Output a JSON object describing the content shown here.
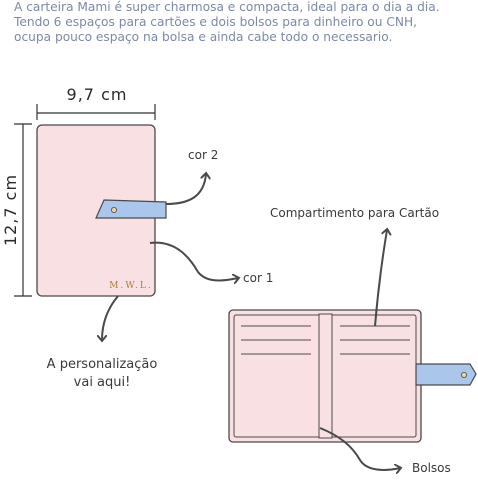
{
  "intro": {
    "line1": "A carteira Mami é super charmosa e compacta, ideal para o dia a dia.",
    "line2": "Tendo 6 espaços para cartões e dois bolsos para dinheiro ou CNH,",
    "line3": "ocupa pouco espaço na bolsa e ainda cabe todo o necessario."
  },
  "dimensions": {
    "width": "9,7 cm",
    "height": "12,7 cm"
  },
  "labels": {
    "cor2": "cor 2",
    "cor1": "cor 1",
    "monogram": "M.W.L.",
    "personalizacao_line1": "A personalização",
    "personalizacao_line2": "vai aqui!",
    "compartimento": "Compartimento para Cartão",
    "bolsos": "Bolsos"
  },
  "colors": {
    "body": "#f9e1e3",
    "strap": "#aac6ea",
    "outline": "#4a4a4a"
  }
}
